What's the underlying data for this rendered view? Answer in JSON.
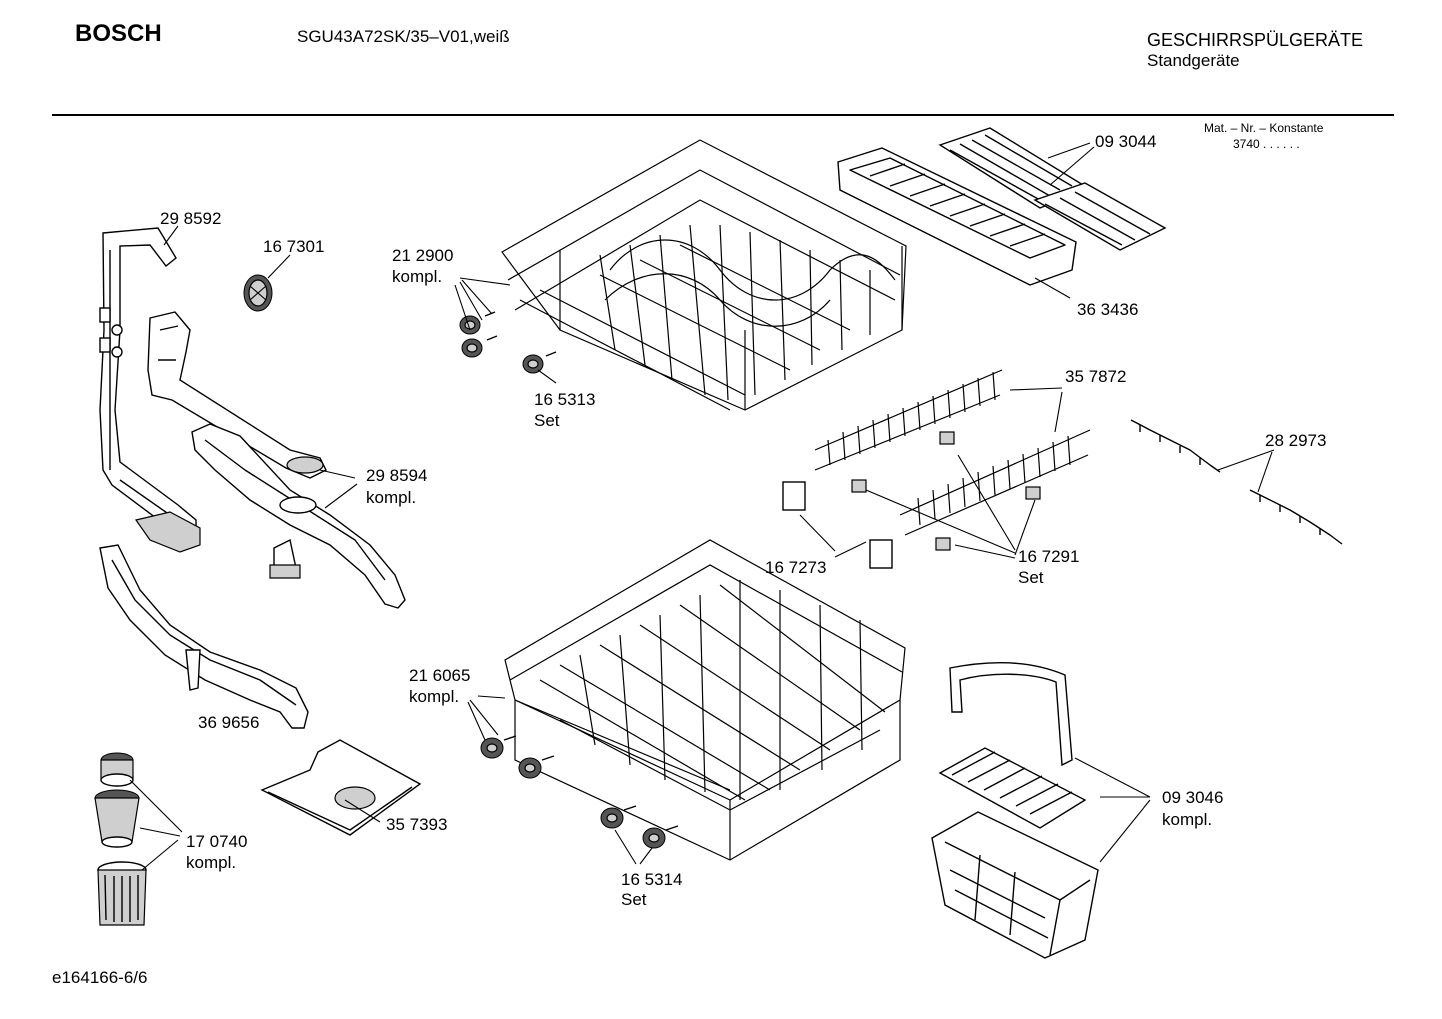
{
  "header": {
    "brand": "BOSCH",
    "model": "SGU43A72SK/35–V01,weiß",
    "category": "GESCHIRRSPÜLGERÄTE",
    "subcategory": "Standgeräte",
    "constant_label": "Mat. – Nr. – Konstante",
    "constant_value": "3740  .  .    .  .  .  ."
  },
  "parts": [
    {
      "id": "p1",
      "number": "29 8592",
      "note": ""
    },
    {
      "id": "p2",
      "number": "16 7301",
      "note": ""
    },
    {
      "id": "p3",
      "number": "21 2900",
      "note": "kompl."
    },
    {
      "id": "p4",
      "number": "09 3044",
      "note": ""
    },
    {
      "id": "p5",
      "number": "36 3436",
      "note": ""
    },
    {
      "id": "p6",
      "number": "16 5313",
      "note": "Set"
    },
    {
      "id": "p7",
      "number": "35 7872",
      "note": ""
    },
    {
      "id": "p8",
      "number": "28 2973",
      "note": ""
    },
    {
      "id": "p9",
      "number": "29 8594",
      "note": "kompl."
    },
    {
      "id": "p10",
      "number": "16 7273",
      "note": ""
    },
    {
      "id": "p11",
      "number": "16 7291",
      "note": "Set"
    },
    {
      "id": "p12",
      "number": "21 6065",
      "note": "kompl."
    },
    {
      "id": "p13",
      "number": "36 9656",
      "note": ""
    },
    {
      "id": "p14",
      "number": "09 3046",
      "note": "kompl."
    },
    {
      "id": "p15",
      "number": "35 7393",
      "note": ""
    },
    {
      "id": "p16",
      "number": "17 0740",
      "note": "kompl."
    },
    {
      "id": "p17",
      "number": "16 5314",
      "note": "Set"
    }
  ],
  "footer": {
    "drawing_id": "e164166-6/6"
  }
}
